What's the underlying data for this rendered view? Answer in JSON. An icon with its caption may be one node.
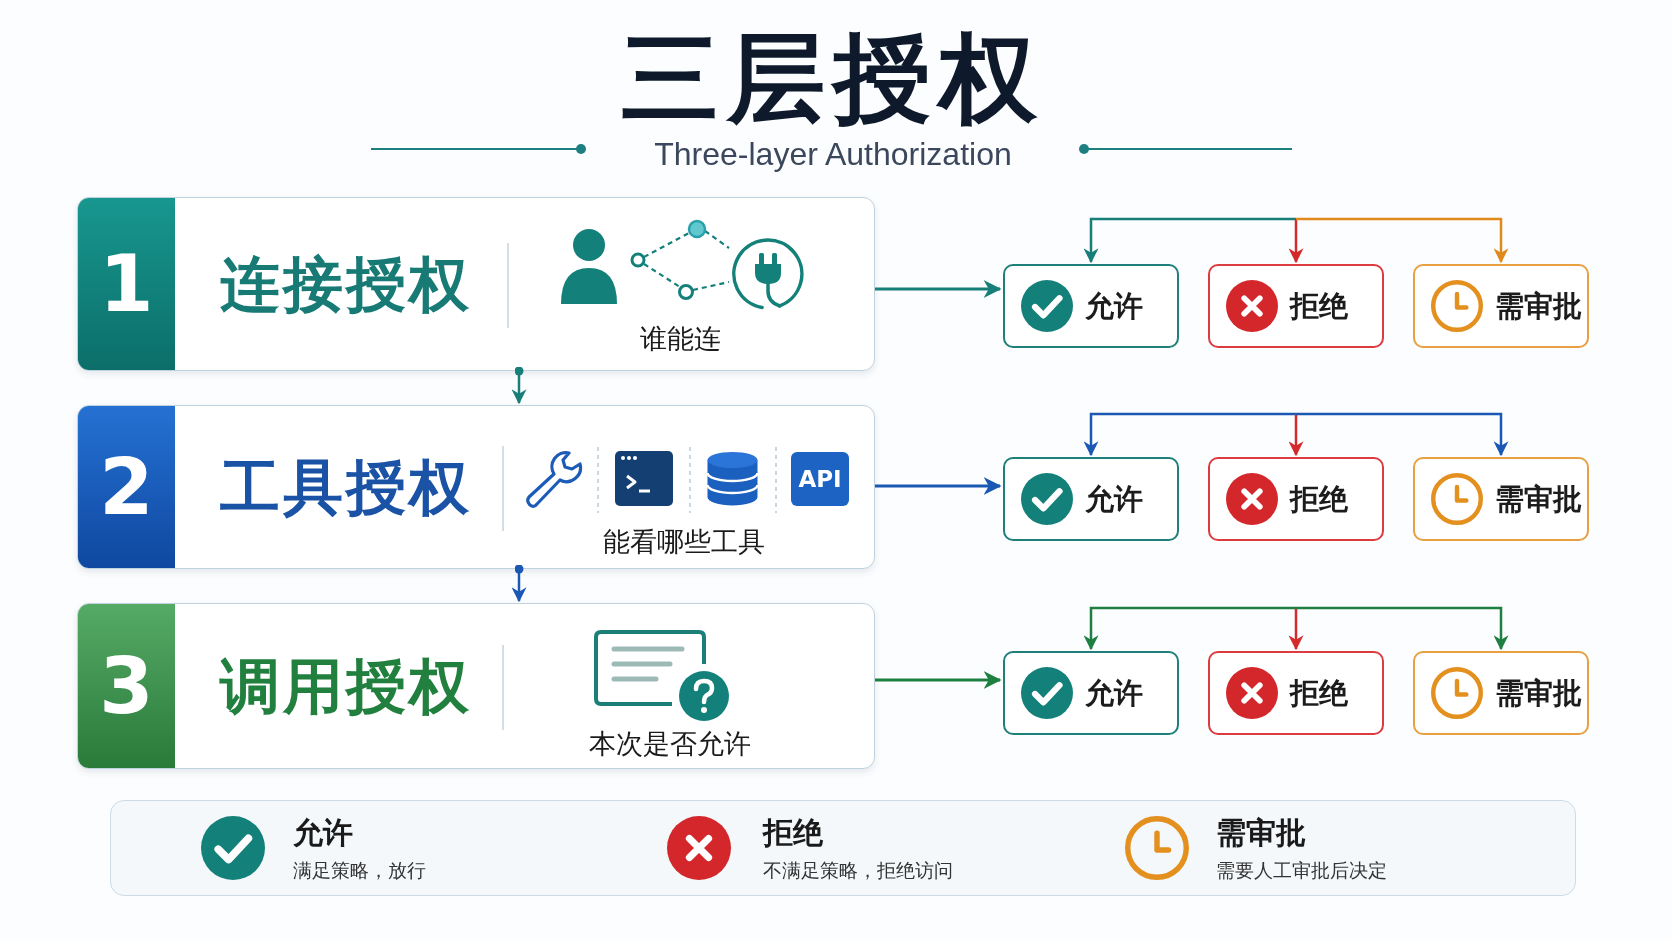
{
  "diagram": {
    "title": "三层授权",
    "nodes": [
      {
        "text": [
          "1",
          "连接授权",
          "谁能连"
        ]
      },
      {
        "text": [
          "2",
          "工具授权",
          "API",
          "能看哪些工具"
        ]
      },
      {
        "text": [
          "3",
          "调用授权",
          "本次是否允许"
        ]
      },
      {
        "text": [
          "允许"
        ]
      },
      {
        "text": [
          "拒绝"
        ]
      },
      {
        "text": [
          "需审批"
        ]
      },
      {
        "text": [
          "允许"
        ]
      },
      {
        "text": [
          "拒绝"
        ]
      },
      {
        "text": [
          "需审批"
        ]
      },
      {
        "text": [
          "允许"
        ]
      },
      {
        "text": [
          "拒绝"
        ]
      },
      {
        "text": [
          "需审批"
        ]
      }
    ],
    "edges": [
      {
        "from": 0,
        "to": 1,
        "arrow": "to",
        "color": "#177f79"
      },
      {
        "from": 1,
        "to": 2,
        "arrow": "to",
        "color": "#1b58b4"
      },
      {
        "from": 0,
        "to": 3,
        "arrow": "to",
        "color": "#177f79"
      },
      {
        "from": null,
        "to": 3,
        "arrow": "to",
        "color": "#177f79"
      },
      {
        "from": null,
        "to": 4,
        "arrow": "to",
        "color": "#d42a2a"
      },
      {
        "from": null,
        "to": 5,
        "arrow": "to",
        "color": "#e08a1c"
      },
      {
        "from": 1,
        "to": 6,
        "arrow": "to",
        "color": "#1b58b4"
      },
      {
        "from": null,
        "to": 6,
        "arrow": "to",
        "color": "#1b58b4"
      },
      {
        "from": null,
        "to": 7,
        "arrow": "to",
        "color": "#d42a2a"
      },
      {
        "from": null,
        "to": 8,
        "arrow": "to",
        "color": "#1b58b4"
      },
      {
        "from": 2,
        "to": 9,
        "arrow": "to",
        "color": "#1e8040"
      },
      {
        "from": null,
        "to": 9,
        "arrow": "to",
        "color": "#1e8040"
      },
      {
        "from": null,
        "to": 10,
        "arrow": "to",
        "color": "#d42a2a"
      },
      {
        "from": null,
        "to": 11,
        "arrow": "to",
        "color": "#1e8040"
      }
    ],
    "labels": [
      "Three-layer Authorization",
      "满足策略，放行",
      "不满足策略，拒绝访问",
      "需要人工审批后决定"
    ],
    "legend": [
      {
        "text": "允许"
      },
      {
        "text": "拒绝"
      },
      {
        "text": "需审批"
      }
    ]
  }
}
